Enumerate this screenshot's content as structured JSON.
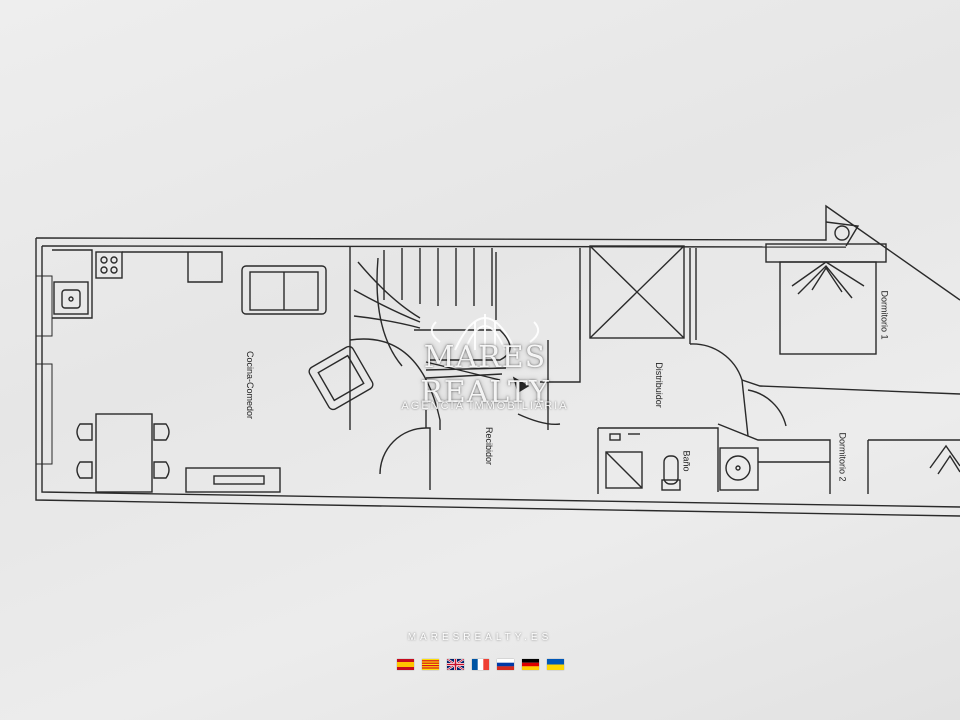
{
  "rooms": {
    "cocina": "Cocina-Comedor",
    "recibidor": "Recibidor",
    "distribuidor": "Distribuidor",
    "dormitorio1": "Dormitorio 1",
    "dormitorio2": "Dormitorio 2",
    "bano": "Baño"
  },
  "watermark": {
    "brand": "MARES REALTY",
    "subtitle": "AGENCIA IMMOBILIÀRIA"
  },
  "footer": {
    "url": "MARESREALTY.ES",
    "languages": [
      "spanish-flag",
      "catalan-flag",
      "uk-flag",
      "french-flag",
      "russian-flag",
      "german-flag",
      "ukrainian-flag"
    ]
  },
  "colors": {
    "paper": "#e9e9e9",
    "line": "#2a2a2a",
    "watermark": "#ffffff"
  }
}
